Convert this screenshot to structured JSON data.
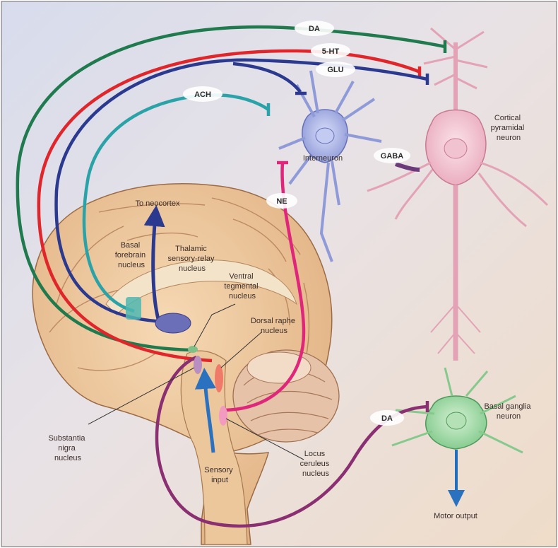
{
  "neurotransmitters": {
    "da_top": "DA",
    "serotonin": "5-HT",
    "glu": "GLU",
    "ach": "ACH",
    "gaba": "GABA",
    "ne": "NE",
    "da_bottom": "DA"
  },
  "labels": {
    "to_neocortex": "To neocortex",
    "basal_forebrain": [
      "Basal",
      "forebrain",
      "nucleus"
    ],
    "thalamic": [
      "Thalamic",
      "sensory-relay",
      "nucleus"
    ],
    "ventral_tegmental": [
      "Ventral",
      "tegmental",
      "nucleus"
    ],
    "dorsal_raphe": [
      "Dorsal raphe",
      "nucleus"
    ],
    "substantia_nigra": [
      "Substantia",
      "nigra",
      "nucleus"
    ],
    "locus_ceruleus": [
      "Locus",
      "ceruleus",
      "nucleus"
    ],
    "sensory_input": [
      "Sensory",
      "input"
    ],
    "interneuron": "Interneuron",
    "cortical_pyramidal": [
      "Cortical",
      "pyramidal",
      "neuron"
    ],
    "basal_ganglia": [
      "Basal ganglia",
      "neuron"
    ],
    "motor_output": "Motor output"
  },
  "colors": {
    "da": "#1f7a4d",
    "serotonin": "#e0262b",
    "glu": "#2b3a8f",
    "ach": "#2aa3a8",
    "ne": "#e0267a",
    "da_bottom": "#8a2f72",
    "gaba": "#6a3a7a",
    "sensory": "#2a72c0",
    "motor": "#1f6fc0"
  }
}
